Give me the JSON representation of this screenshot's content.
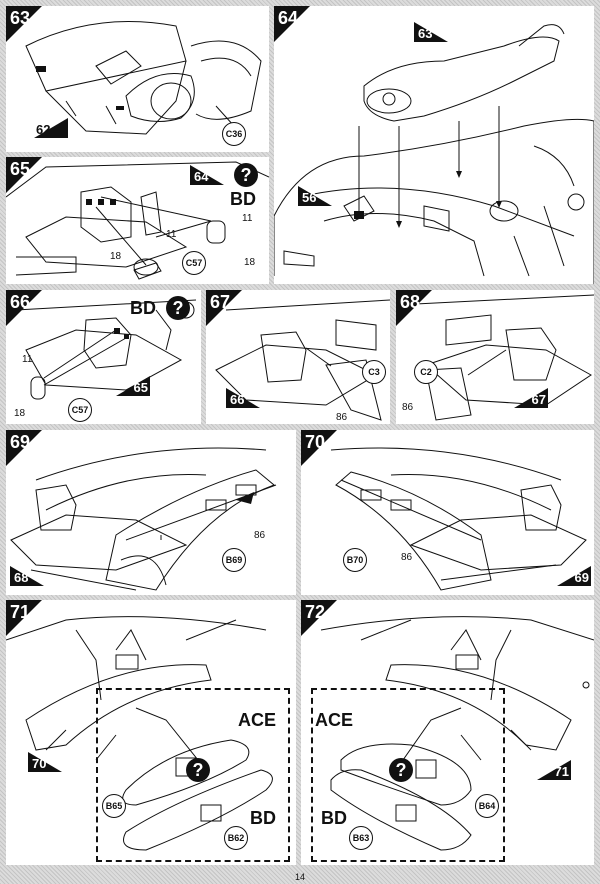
{
  "page_number": "14",
  "steps": {
    "s63": {
      "number": "63",
      "ref": "62",
      "part": "C36"
    },
    "s64": {
      "number": "64",
      "ref_top": "63",
      "ref_side": "56"
    },
    "s65": {
      "number": "65",
      "ref": "64",
      "variant": "BD",
      "part": "C57",
      "n11a": "11",
      "n11b": "11",
      "n18a": "18",
      "n18b": "18"
    },
    "s66": {
      "number": "66",
      "ref": "65",
      "variant": "BD",
      "part": "C57",
      "n11": "11",
      "n18": "18"
    },
    "s67": {
      "number": "67",
      "ref": "66",
      "part": "C3",
      "n86": "86"
    },
    "s68": {
      "number": "68",
      "ref": "67",
      "part": "C2",
      "n86": "86"
    },
    "s69": {
      "number": "69",
      "ref": "68",
      "part": "B69",
      "n86": "86"
    },
    "s70": {
      "number": "70",
      "ref": "69",
      "part": "B70",
      "n86": "86"
    },
    "s71": {
      "number": "71",
      "ref": "70",
      "variant_a": "ACE",
      "variant_b": "BD",
      "part_a": "B65",
      "part_b": "B62"
    },
    "s72": {
      "number": "72",
      "ref": "71",
      "variant_a": "ACE",
      "variant_b": "BD",
      "part_a": "B64",
      "part_b": "B63"
    }
  },
  "icons": {
    "question": "?"
  }
}
